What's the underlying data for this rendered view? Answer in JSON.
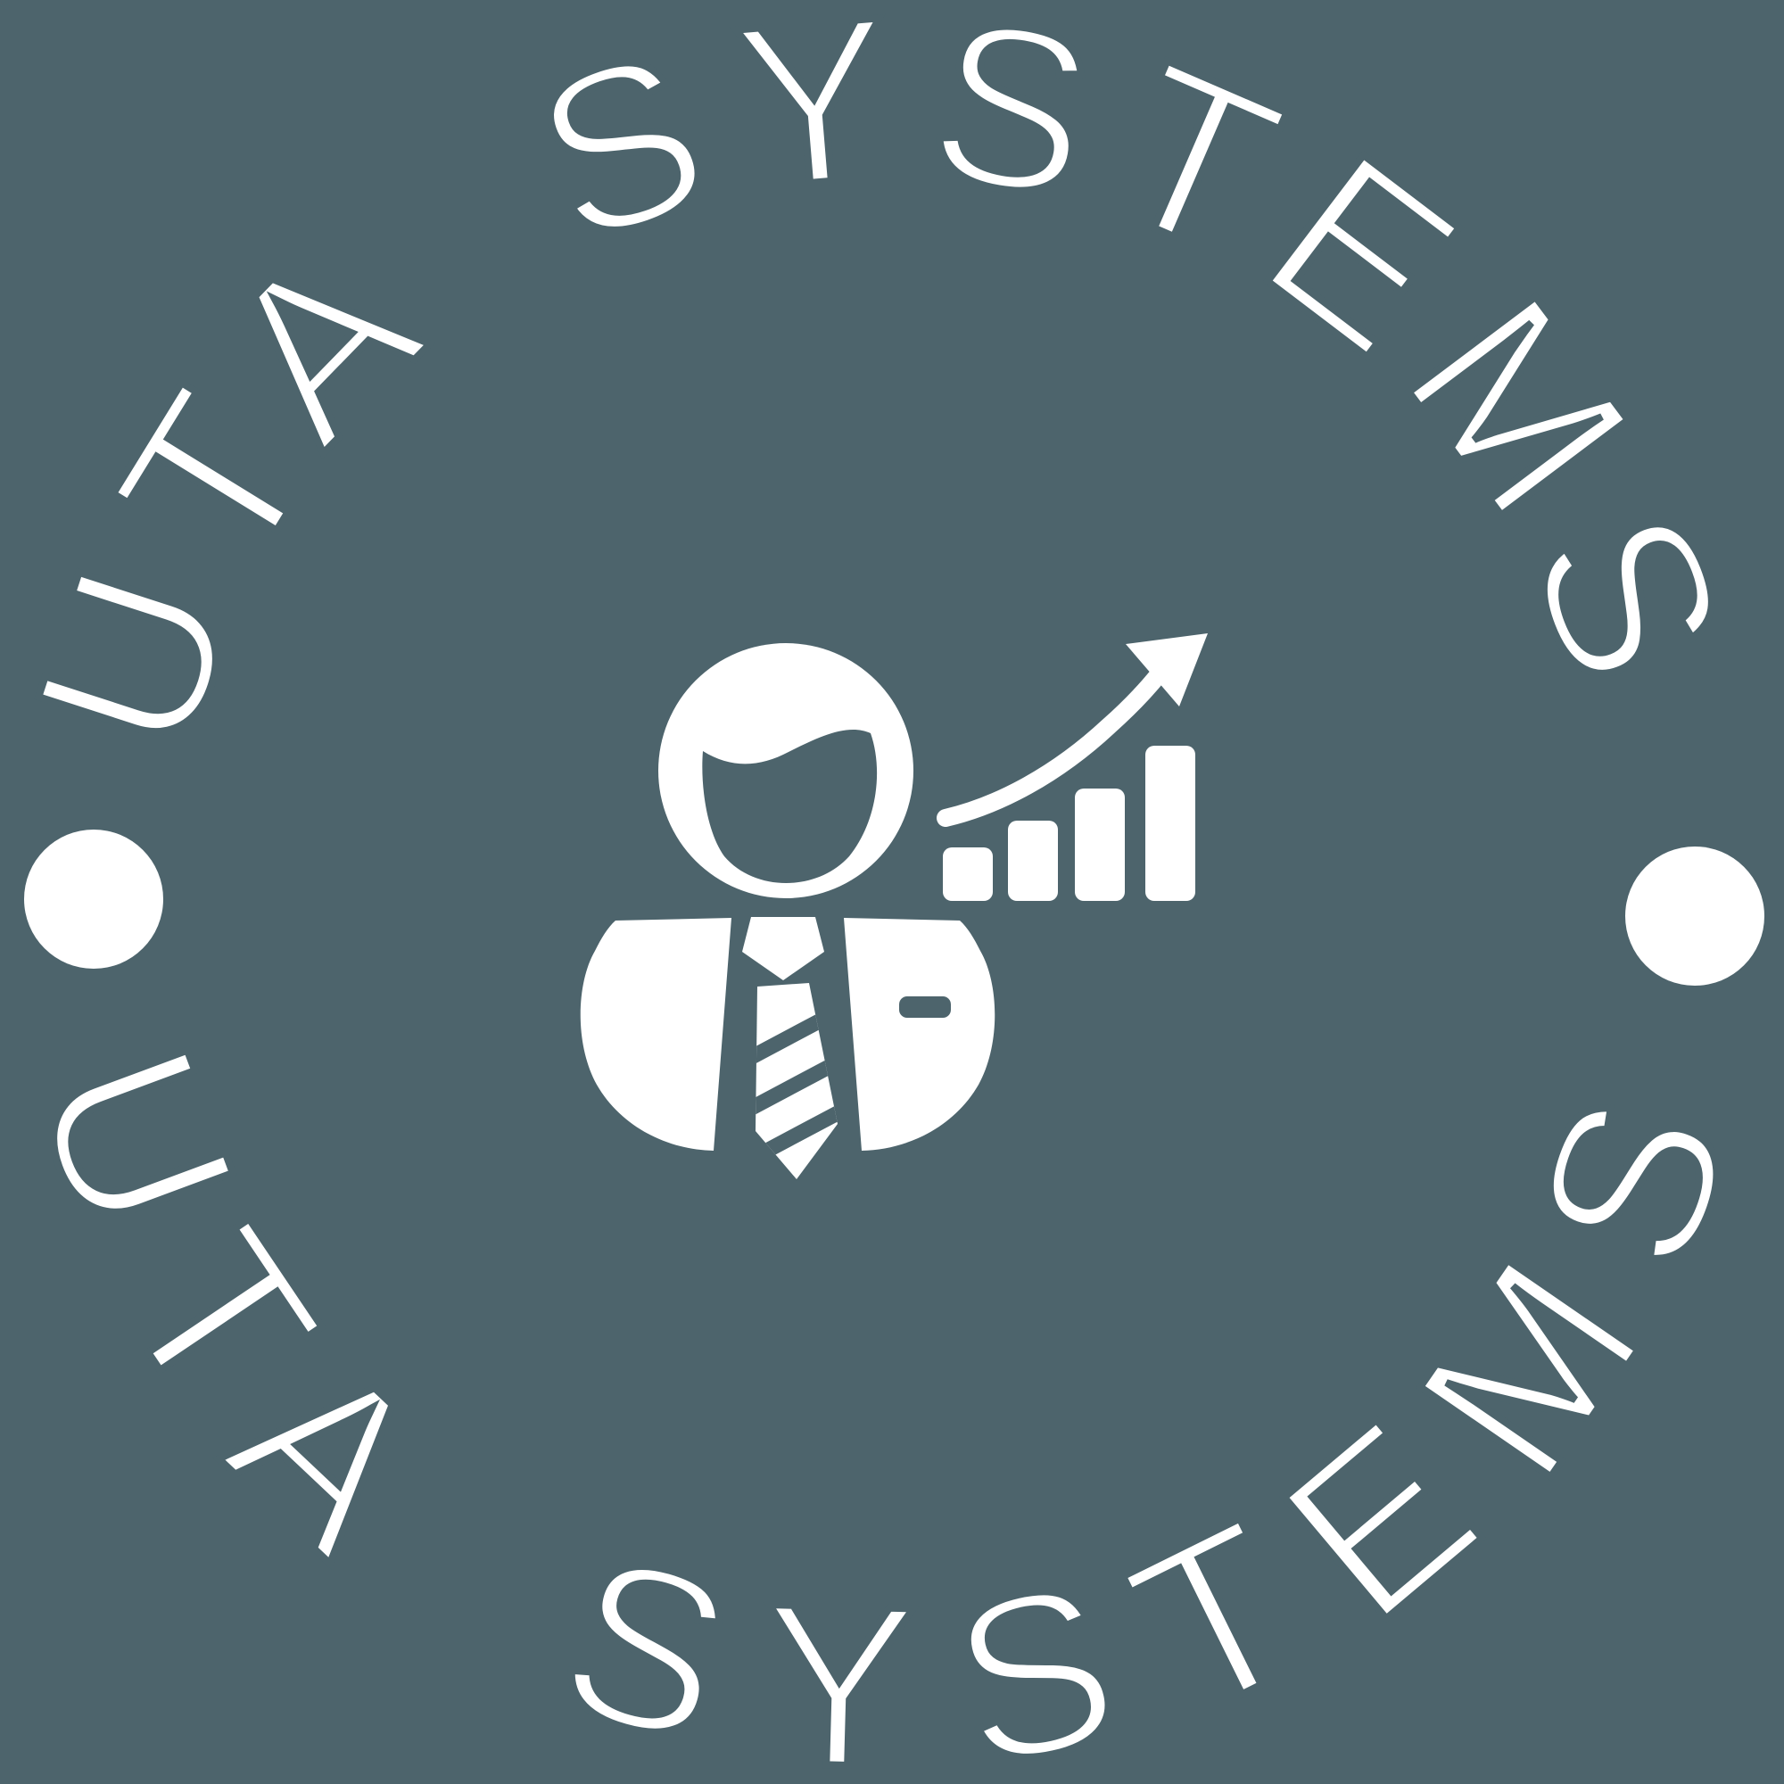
{
  "page": {
    "background_color": "#4D646C",
    "foreground_color": "#FFFFFF"
  },
  "logo": {
    "ring_text_top": "UTA SYSTEMS",
    "ring_text_bottom": "UTA SYSTEMS",
    "separator_dots": [
      "left",
      "right"
    ],
    "center_icon": {
      "name": "businessman-with-growth-chart",
      "parts": [
        "head-with-hair-swoosh",
        "suit-left-lapel",
        "suit-right-lapel",
        "striped-tie-with-knot",
        "pocket-square-dash",
        "bar-chart",
        "growth-arrow"
      ],
      "bar_chart_bar_count": 4
    }
  }
}
